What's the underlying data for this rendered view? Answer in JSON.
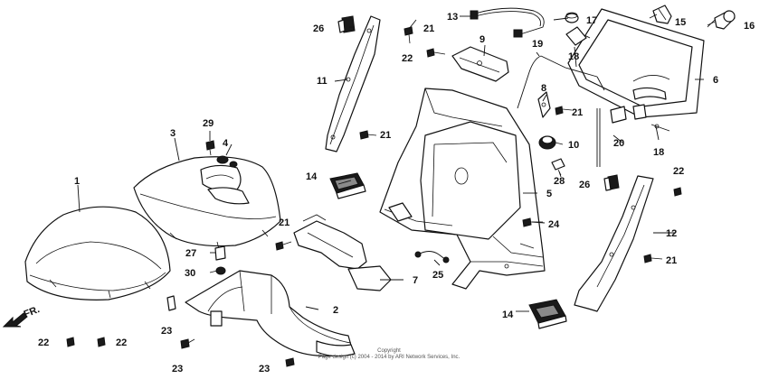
{
  "diagram": {
    "callouts": {
      "c1": "1",
      "c2": "2",
      "c3": "3",
      "c4": "4",
      "c5": "5",
      "c6": "6",
      "c7": "7",
      "c8": "8",
      "c9": "9",
      "c10": "10",
      "c11": "11",
      "c12": "12",
      "c13": "13",
      "c14a": "14",
      "c14b": "14",
      "c15": "15",
      "c16": "16",
      "c17": "17",
      "c18a": "18",
      "c18b": "18",
      "c19": "19",
      "c20": "20",
      "c21a": "21",
      "c21b": "21",
      "c21c": "21",
      "c21d": "21",
      "c21e": "21",
      "c22a": "22",
      "c22b": "22",
      "c22c": "22",
      "c22d": "22",
      "c23a": "23",
      "c23b": "23",
      "c23c": "23",
      "c24": "24",
      "c25": "25",
      "c26a": "26",
      "c26b": "26",
      "c27": "27",
      "c28": "28",
      "c29": "29",
      "c30": "30"
    },
    "direction_label": "FR.",
    "copyright_line1": "Copyright",
    "copyright_line2": "Page design (c) 2004 - 2014 by ARI Network Services, Inc."
  }
}
